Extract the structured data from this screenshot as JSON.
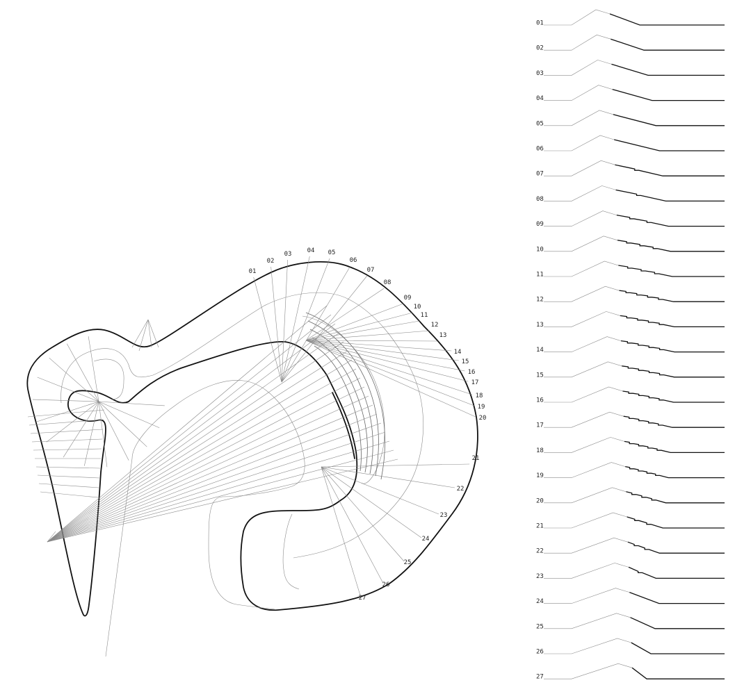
{
  "section_labels": [
    "01",
    "02",
    "03",
    "04",
    "05",
    "06",
    "07",
    "08",
    "09",
    "10",
    "11",
    "12",
    "13",
    "14",
    "15",
    "16",
    "17",
    "18",
    "19",
    "20",
    "21",
    "22",
    "23",
    "24",
    "25",
    "26",
    "27"
  ],
  "profile_steps": [
    0,
    0,
    0,
    0,
    0,
    0,
    1,
    1,
    2,
    3,
    3,
    4,
    4,
    4,
    4,
    4,
    4,
    4,
    4,
    3,
    2,
    2,
    1,
    0,
    0,
    0,
    0
  ],
  "colors": {
    "primary": "#111111",
    "secondary": "#8a8a8a",
    "background": "#ffffff"
  }
}
